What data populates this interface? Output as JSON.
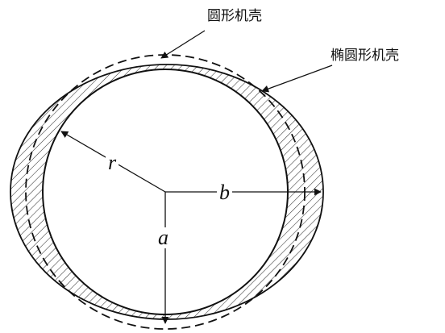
{
  "labels": {
    "circular_shell": "圆形机壳",
    "elliptical_shell": "椭圆形机壳",
    "radius": "r",
    "semi_axis_horizontal": "b",
    "semi_axis_vertical": "a"
  }
}
